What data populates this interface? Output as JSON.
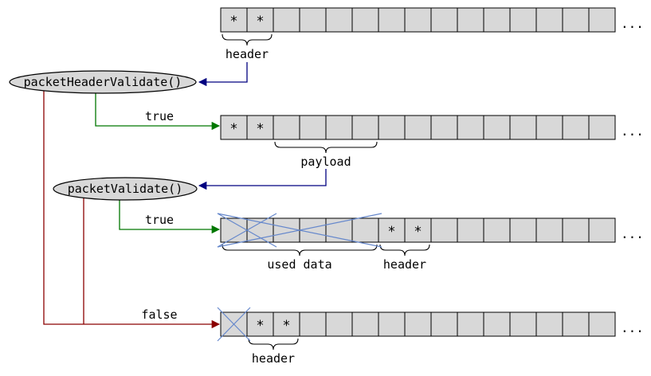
{
  "colors": {
    "cell_fill": "#d8d8d8",
    "cell_border": "#000000",
    "node_fill": "#d8d8d8",
    "arrow_true": "#007700",
    "arrow_false": "#8b0000",
    "arrow_callback": "#000080",
    "cross": "#6688cc",
    "text": "#000000"
  },
  "nodes": [
    {
      "label": "packetHeaderValidate()"
    },
    {
      "label": "packetValidate()"
    }
  ],
  "edges": [
    {
      "label": "true"
    },
    {
      "label": "true"
    },
    {
      "label": "false"
    }
  ],
  "rows": [
    {
      "cells": 15,
      "marker_char": "*",
      "asterisks": [
        0,
        1
      ],
      "ellipsis": "...",
      "braces": [
        {
          "from": 0,
          "to": 1,
          "label": "header"
        }
      ],
      "crosses": []
    },
    {
      "cells": 15,
      "marker_char": "*",
      "asterisks": [
        0,
        1
      ],
      "ellipsis": "...",
      "braces": [
        {
          "from": 2,
          "to": 5,
          "label": "payload"
        }
      ],
      "crosses": []
    },
    {
      "cells": 15,
      "marker_char": "*",
      "asterisks": [
        6,
        7
      ],
      "ellipsis": "...",
      "braces": [
        {
          "from": 0,
          "to": 5,
          "label": "used data"
        },
        {
          "from": 6,
          "to": 7,
          "label": "header"
        }
      ],
      "crosses": [
        {
          "from": 0,
          "to": 1
        },
        {
          "from": 0,
          "to": 5
        }
      ]
    },
    {
      "cells": 15,
      "marker_char": "*",
      "asterisks": [
        1,
        2
      ],
      "ellipsis": "...",
      "braces": [
        {
          "from": 1,
          "to": 2,
          "label": "header"
        }
      ],
      "crosses": [
        {
          "from": 0,
          "to": 0
        }
      ]
    }
  ]
}
